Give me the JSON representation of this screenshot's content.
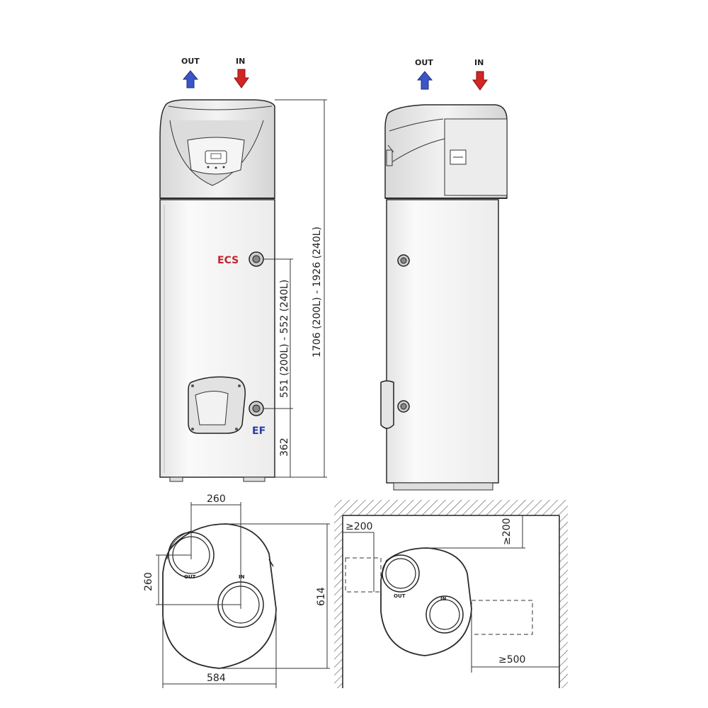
{
  "labels": {
    "out": "OUT",
    "in": "IN",
    "ecs": "ECS",
    "ef": "EF",
    "plan_out": "OUT",
    "plan_in": "IN",
    "dim_total_height": "1706 (200L) - 1926 (240L)",
    "dim_ecs_height": "551 (200L) - 552 (240L)",
    "dim_ef_height": "362",
    "dim_duct_spacing_x": "260",
    "dim_duct_spacing_y": "260",
    "dim_depth": "614",
    "dim_width": "584",
    "clear_left": "≥200",
    "clear_top": "≥200",
    "clear_right": "≥500"
  },
  "colors": {
    "arrow_out": "#3b55c8",
    "arrow_in": "#d42424",
    "ecs_text": "#c0262c",
    "ef_text": "#2a3ea0",
    "body_fill": "#f7f7f7",
    "head_fill": "#e9e9e9"
  },
  "icons": {
    "out_arrow": "arrow-up-icon",
    "in_arrow": "arrow-down-icon",
    "fitting": "pipe-fitting-icon"
  }
}
